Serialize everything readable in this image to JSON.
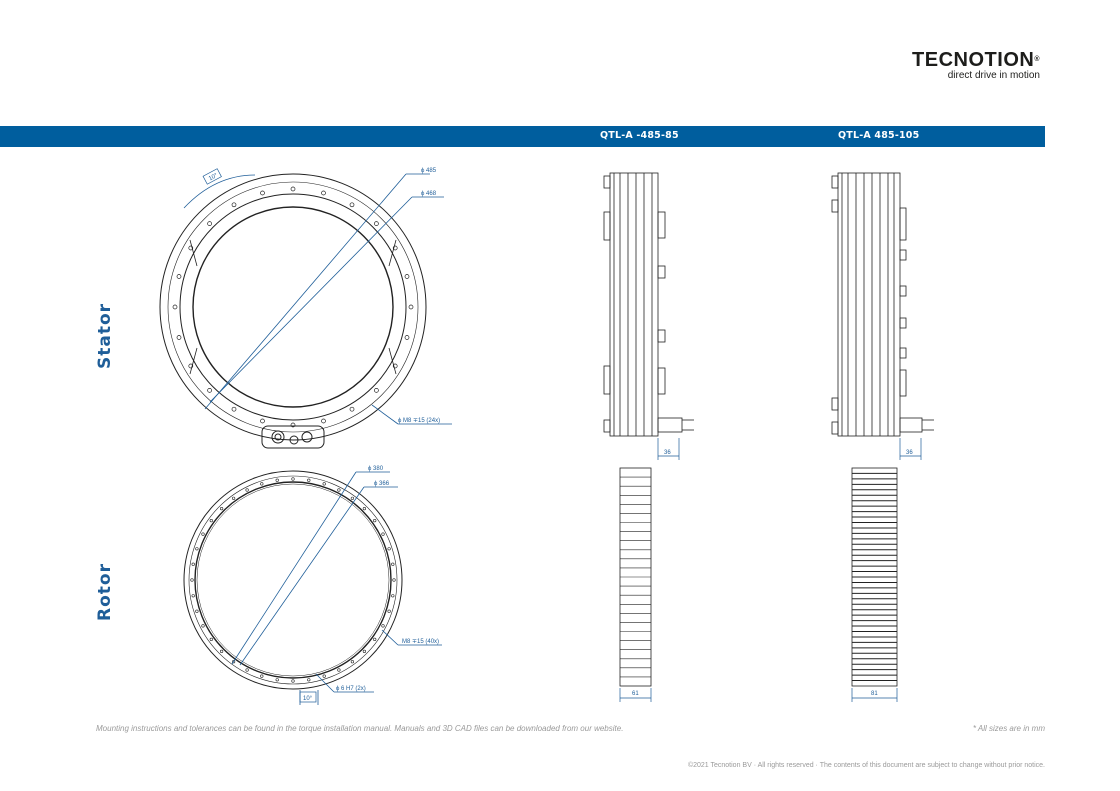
{
  "brand": {
    "name": "TECNOTION",
    "trademark": "®",
    "tagline": "direct drive in motion"
  },
  "header": {
    "models": [
      "QTL-A -485-85",
      "QTL-A 485-105"
    ]
  },
  "sections": {
    "stator": "Stator",
    "rotor": "Rotor"
  },
  "dimensions": {
    "stator_outer": "ϕ 485",
    "stator_inner": "ϕ 468",
    "stator_angle": "10°",
    "stator_holes": "ϕ  M8 ∓15 (24x)",
    "stator_width_1": "36",
    "stator_width_2": "36",
    "rotor_outer": "ϕ 380",
    "rotor_inner": "ϕ 366",
    "rotor_holes": "M8 ∓15 (40x)",
    "rotor_pins": "ϕ 6 H7 (2x)",
    "rotor_angle": "10°",
    "rotor_width_1": "61",
    "rotor_width_2": "81"
  },
  "footer": {
    "note": "Mounting instructions and tolerances can be found in the torque installation manual. Manuals and 3D CAD files can be downloaded from our website.",
    "units": "* All sizes are in mm",
    "copyright": "©2021 Tecnotion BV · All rights reserved · The contents of this document are subject to change without prior notice."
  },
  "colors": {
    "accent": "#005e9e",
    "label": "#1f5e99",
    "line": "#222222"
  }
}
